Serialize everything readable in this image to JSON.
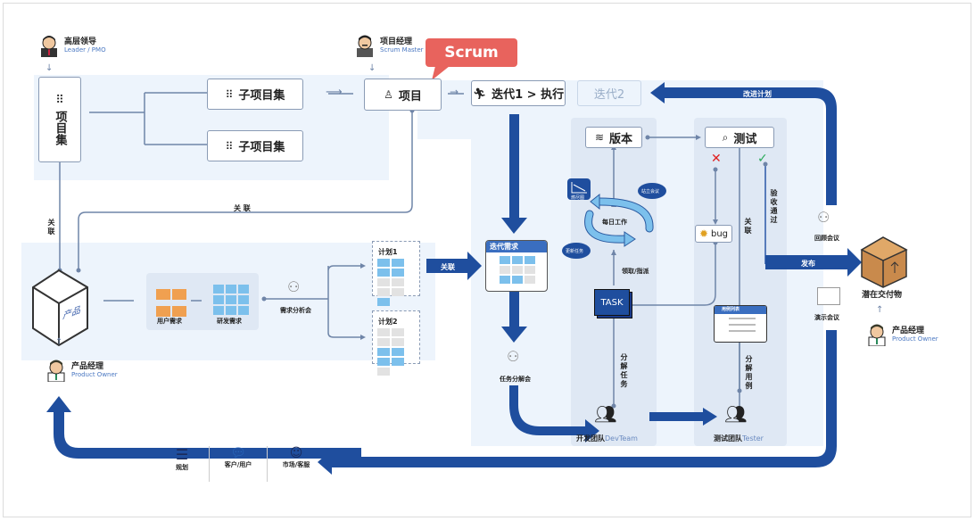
{
  "roles": {
    "leader": {
      "name": "高层领导",
      "sub": "Leader / PMO"
    },
    "scrum_master": {
      "name": "项目经理",
      "sub": "Scrum Master"
    },
    "product_owner_left": {
      "name": "产品经理",
      "sub": "Product Owner"
    },
    "product_owner_right": {
      "name": "产品经理",
      "sub": "Product Owner"
    }
  },
  "callout": {
    "scrum": "Scrum"
  },
  "boxes": {
    "portfolio": "项目集",
    "sub_portfolio_1": "子项目集",
    "sub_portfolio_2": "子项目集",
    "project": "项目",
    "iteration_1": "迭代1 > 执行",
    "iteration_2": "迭代2",
    "version": "版本",
    "test": "测试",
    "bug": "bug"
  },
  "labels": {
    "link_vertical": "关联",
    "link_horizontal": "关 联",
    "product": "产品",
    "user_req": "用户需求",
    "dev_req": "研发需求",
    "req_meeting": "需求分析会",
    "plan1": "计划1",
    "plan2": "计划2",
    "link_arrow": "关联",
    "iter_req": "迭代需求",
    "task_meeting": "任务分解会",
    "daily_work": "每日工作",
    "burndown": "燃尽图",
    "standup": "站立会议",
    "update_task": "更新任务",
    "claim_assign": "领取/指派",
    "task": "TASK",
    "split_task": "分解任务",
    "link_test": "关联",
    "accept_pass": "验收通过",
    "case_list": "用例列表",
    "split_case": "分解用例",
    "dev_team": "开发团队",
    "dev_team_en": "DevTeam",
    "test_team": "测试团队",
    "test_team_en": "Tester",
    "improve_plan": "改进计划",
    "release": "发布",
    "retro": "回顾会议",
    "demo": "演示会议",
    "deliverable": "潜在交付物"
  },
  "feedback": [
    {
      "icon": "list-icon",
      "label": "规划"
    },
    {
      "icon": "chat-icon",
      "label": "客户/用户"
    },
    {
      "icon": "headset-icon",
      "label": "市场/客服"
    }
  ],
  "colors": {
    "flow_blue": "#1f4e9e",
    "scrum_red": "#e8635d",
    "zone_bg": "#edf4fc",
    "orange_sticky": "#f0a050",
    "blue_sticky": "#7cc0ec",
    "gray_sticky": "#e2e2e2"
  }
}
